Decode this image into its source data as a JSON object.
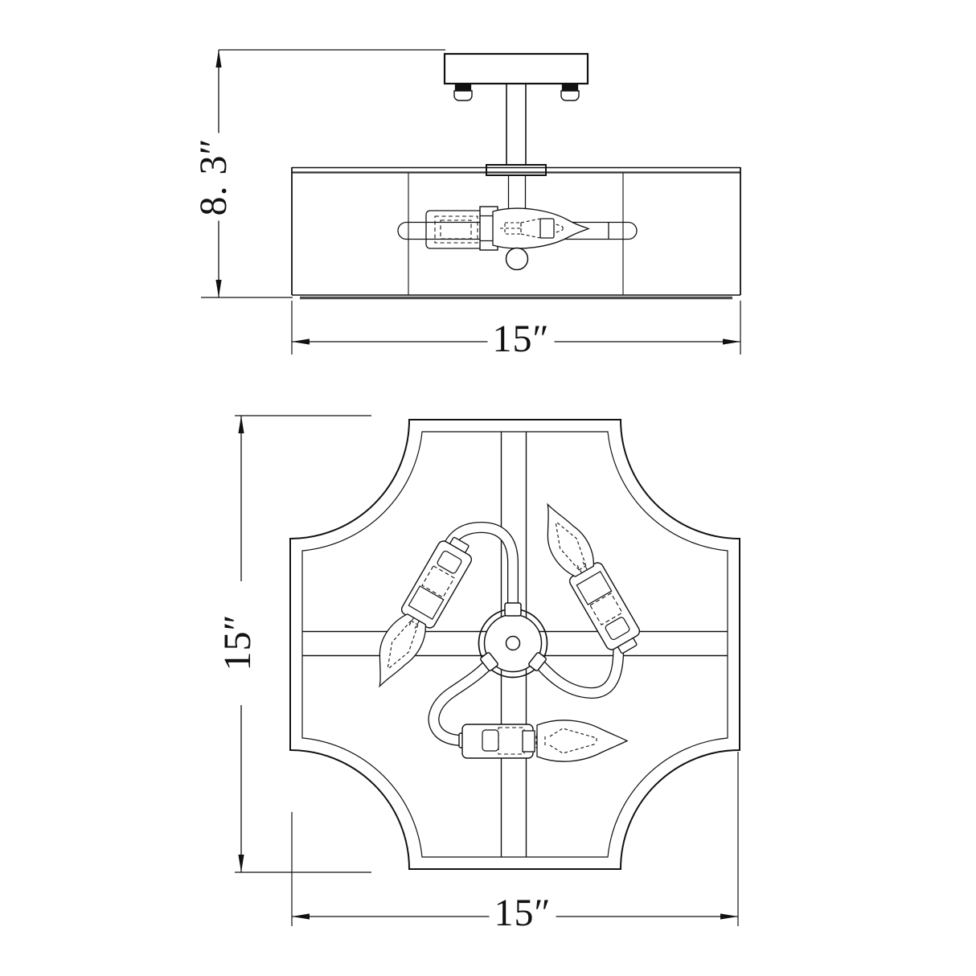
{
  "page": {
    "background": "#ffffff",
    "line_color": "#111111",
    "accent_gray": "#4d4d4d"
  },
  "views": {
    "side": {
      "name": "side-elevation-view",
      "height_dim": "8. 3″",
      "width_dim": "15″"
    },
    "plan": {
      "name": "bottom-plan-view",
      "height_dim": "15″",
      "width_dim": "15″"
    }
  }
}
